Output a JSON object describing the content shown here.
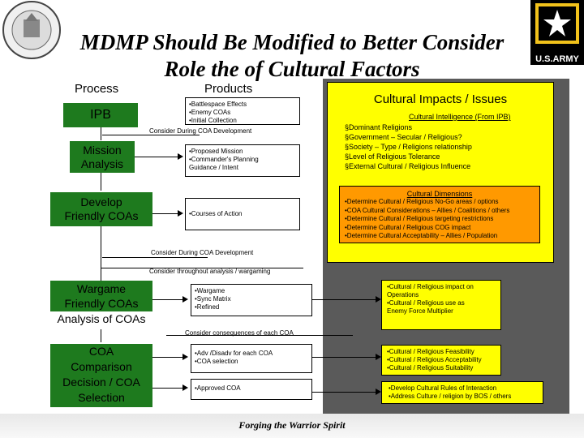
{
  "slide": {
    "title_line1": "MDMP Should Be Modified to Better Consider",
    "title_line2": "Role the of Cultural Factors",
    "col_process": "Process",
    "col_products": "Products",
    "cultural_header": "Cultural Impacts / Issues",
    "footer": "Forging the Warrior Spirit",
    "army_logo_text": "U.S.ARMY"
  },
  "process": {
    "ipb": "IPB",
    "mission_line1": "Mission",
    "mission_line2": "Analysis",
    "develop_line1": "Develop",
    "develop_line2": "Friendly COAs",
    "wargame_line1": "Wargame",
    "wargame_line2": "Friendly COAs",
    "analysis_label": "Analysis of COAs",
    "coa_line1": "COA",
    "coa_line2": "Comparison",
    "decision_line1": "Decision / COA",
    "decision_line2": "Selection"
  },
  "products": {
    "ipb": [
      "•Battlespace Effects",
      "•Enemy COAs",
      "•Initial Collection"
    ],
    "mission": [
      "•Proposed Mission",
      "•Commander's Planning",
      "Guidance / Intent"
    ],
    "develop": [
      "•Courses of Action"
    ],
    "wargame": [
      "•Wargame",
      "•Sync Matrix",
      "•Refined"
    ],
    "comparison": [
      "•Adv /Disadv for each COA",
      "•COA selection"
    ],
    "decision": [
      "•Approved COA"
    ]
  },
  "notes": {
    "consider_dev_1": "Consider During COA Development",
    "consider_dev_2": "Consider During COA Development",
    "consider_throughout": "Consider throughout analysis / wargaming",
    "consider_consequences": "Consider consequences of each COA"
  },
  "cultural": {
    "intel_title": "Cultural Intelligence (From IPB)",
    "intel_items": [
      "§Dominant Religions",
      "§Government – Secular / Religious?",
      "§Society – Type / Religions relationship",
      "§Level of Religious Tolerance",
      "§External Cultural / Religious Influence"
    ],
    "dimensions_title": "Cultural Dimensions",
    "dimensions_items": [
      "•Determine Cultural / Religious No-Go areas / options",
      "•COA Cultural Considerations – Allies / Coalitions / others",
      "•Determine Cultural / Religious targeting restrictions",
      "•Determine Cultural / Religious COG impact",
      "•Determine Cultural Acceptability – Allies / Population"
    ],
    "wargame_items": [
      "•Cultural / Religious impact on",
      "Operations",
      "•Cultural / Religious use as",
      "Enemy Force Multiplier"
    ],
    "comparison_items": [
      "•Cultural / Religious Feasibility",
      "•Cultural / Religious Acceptability",
      "•Cultural / Religious Suitability"
    ],
    "decision_items": [
      "•Develop Cultural Rules of Interaction",
      "•Address Culture / religion by BOS / others"
    ]
  },
  "colors": {
    "green": "#1e7a1e",
    "yellow": "#ffff00",
    "orange": "#ff9900",
    "gray_panel": "#5a5a5a"
  }
}
